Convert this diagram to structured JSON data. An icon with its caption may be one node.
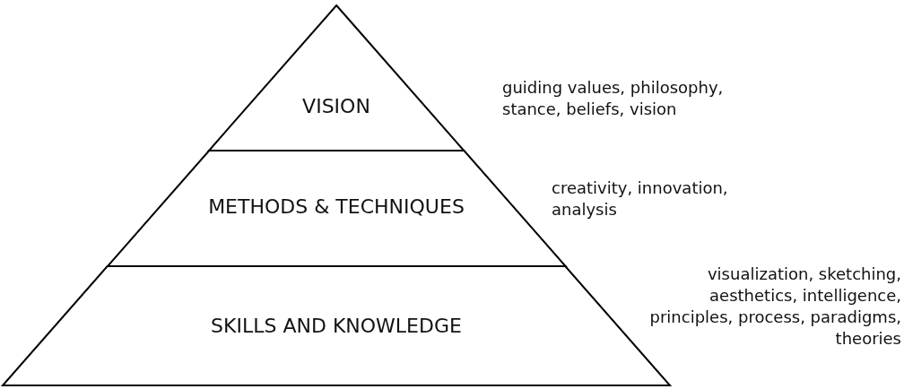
{
  "diagram": {
    "nodes": [
      {
        "text": [
          "VISION"
        ],
        "beside": [
          "guiding values, philosophy, stance, beliefs, vision"
        ]
      },
      {
        "text": [
          "METHODS & TECHNIQUES"
        ],
        "beside": [
          "creativity, innovation, analysis"
        ]
      },
      {
        "text": [
          "SKILLS AND KNOWLEDGE"
        ],
        "beside": [
          "visualization, sketching, aesthetics, intelligence, principles, process, paradigms, theories"
        ]
      }
    ]
  }
}
